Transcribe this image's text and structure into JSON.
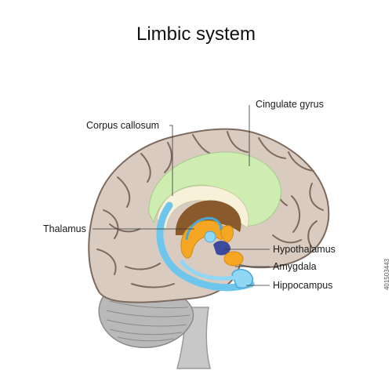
{
  "title": "Limbic system",
  "labels": {
    "cingulate_gyrus": "Cingulate gyrus",
    "corpus_callosum": "Corpus callosum",
    "thalamus": "Thalamus",
    "hypothalamus": "Hypothalamus",
    "amygdala": "Amygdala",
    "hippocampus": "Hippocampus"
  },
  "stock_id": "401503443",
  "colors": {
    "brain_tissue": "#d9cbbf",
    "sulci": "#7d6a5f",
    "cingulate_gyrus": "#cdeeb0",
    "corpus_callosum": "#f6f1d8",
    "fornix": "#6fc6ec",
    "ventricle": "#8a5a2c",
    "thalamus": "#f5a623",
    "hypothalamus": "#3d4a9e",
    "hippocampus": "#8fd7f5",
    "cerebellum": "#b9b9b9",
    "brainstem": "#c8c8c8"
  }
}
